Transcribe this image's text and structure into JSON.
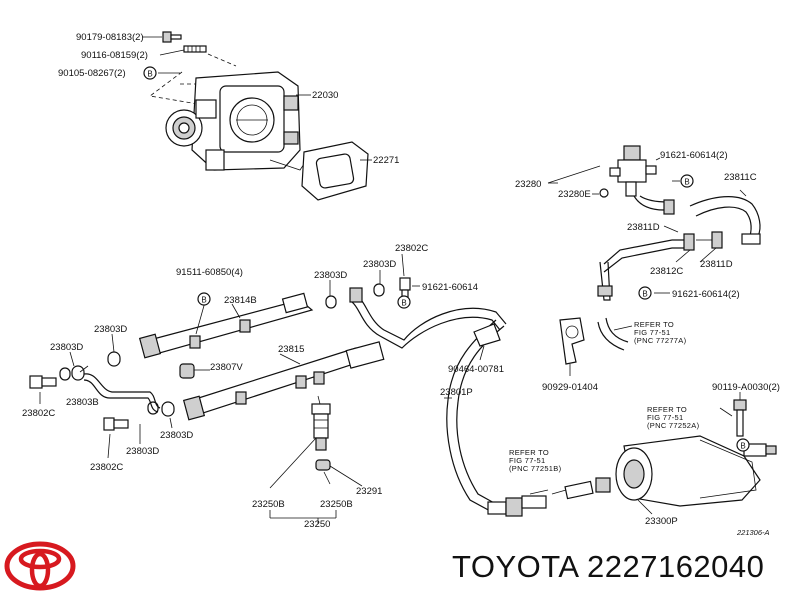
{
  "brand_text": "TOYOTA 2227162040",
  "figure_code": "221306-A",
  "bolt_marker": "B",
  "part_labels": {
    "p90179": "90179-08183(2)",
    "p90116": "90116-08159(2)",
    "p90105": "90105-08267(2)",
    "p22030": "22030",
    "p22271": "22271",
    "p23280": "23280",
    "p23280e": "23280E",
    "p91621a": "91621-60614(2)",
    "p23811c": "23811C",
    "p23811d_a": "23811D",
    "p23811d_b": "23811D",
    "p23812c": "23812C",
    "p91621b": "91621-60614(2)",
    "p91511": "91511-60850(4)",
    "p23803d_a": "23803D",
    "p23803d_b": "23803D",
    "p23802c_a": "23802C",
    "p91621c": "91621-60614",
    "p23814b": "23814B",
    "p23803d_c": "23803D",
    "p23803d_d": "23803D",
    "p23815": "23815",
    "p23807v": "23807V",
    "p23802c_b": "23802C",
    "p23803b": "23803B",
    "p23803d_e": "23803D",
    "p23803d_f": "23803D",
    "p23802c_c": "23802C",
    "p23801p": "23801P",
    "p90464": "90464-00781",
    "p90929": "90929-01404",
    "p90119": "90119-A0030(2)",
    "p23250b_a": "23250B",
    "p23250b_b": "23250B",
    "p23291": "23291",
    "p23250": "23250",
    "p23300p": "23300P"
  },
  "refer_notes": [
    {
      "line1": "REFER TO",
      "line2": "FIG 77-51",
      "line3": "(PNC 77277A)"
    },
    {
      "line1": "REFER TO",
      "line2": "FIG 77-51",
      "line3": "(PNC 77251B)"
    },
    {
      "line1": "REFER TO",
      "line2": "FIG 77-51",
      "line3": "(PNC 77252A)"
    }
  ],
  "colors": {
    "line": "#111111",
    "logo_red": "#d7191f",
    "background": "#ffffff"
  },
  "icons": [
    "toyota-logo",
    "bolt-marker-circle"
  ]
}
